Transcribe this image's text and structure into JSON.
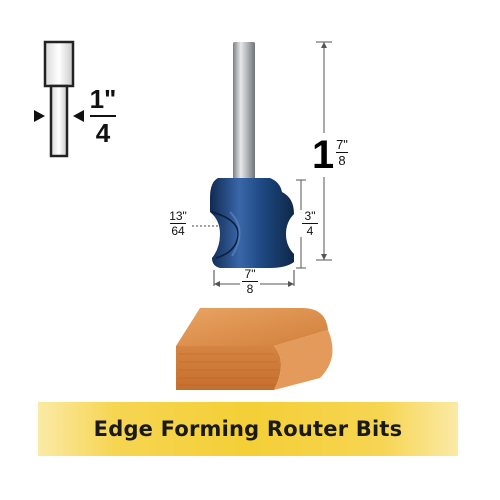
{
  "shank_icon": {
    "numerator": "1\"",
    "denominator": "4"
  },
  "overall_length": {
    "whole": "1",
    "numerator": "7\"",
    "denominator": "8"
  },
  "radius": {
    "numerator": "13\"",
    "denominator": "64"
  },
  "cut_height": {
    "numerator": "3\"",
    "denominator": "4"
  },
  "cut_diameter": {
    "numerator": "7\"",
    "denominator": "8"
  },
  "banner": {
    "label": "Edge Forming Router Bits"
  },
  "colors": {
    "bit_blue": "#1f4a86",
    "shank_grey": "#a9aeb3",
    "wood": "#d98a45",
    "banner_yellow": "#f4cf36"
  }
}
